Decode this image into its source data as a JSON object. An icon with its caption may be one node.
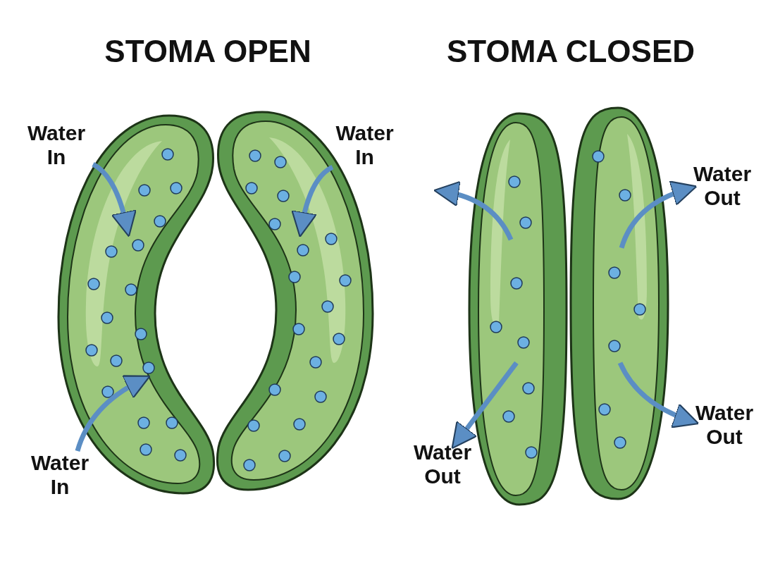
{
  "diagram": {
    "nodes": [
      {
        "text": [],
        "shape": "cell"
      },
      {
        "text": [],
        "shape": "cell"
      },
      {
        "text": [],
        "shape": "cell"
      },
      {
        "text": [],
        "shape": "cell"
      },
      {
        "text": [
          "Water In"
        ]
      },
      {
        "text": [
          "Water In"
        ]
      },
      {
        "text": [
          "Water In"
        ]
      },
      {
        "text": [
          "Water Out"
        ]
      },
      {
        "text": [
          "Water Out"
        ]
      },
      {
        "text": [
          "Water Out"
        ]
      }
    ],
    "edges": [
      {
        "from": 4,
        "to": 0,
        "arrow": "to"
      },
      {
        "from": 5,
        "to": 1,
        "arrow": "to"
      },
      {
        "from": 6,
        "to": 0,
        "arrow": "to"
      },
      {
        "from": 2,
        "to": null,
        "arrow": "to"
      },
      {
        "from": 3,
        "to": 7,
        "arrow": "to"
      },
      {
        "from": 3,
        "to": 8,
        "arrow": "to"
      },
      {
        "from": 2,
        "to": 9,
        "arrow": "to"
      }
    ],
    "labels": [
      "STOMA OPEN",
      "STOMA CLOSED"
    ]
  }
}
